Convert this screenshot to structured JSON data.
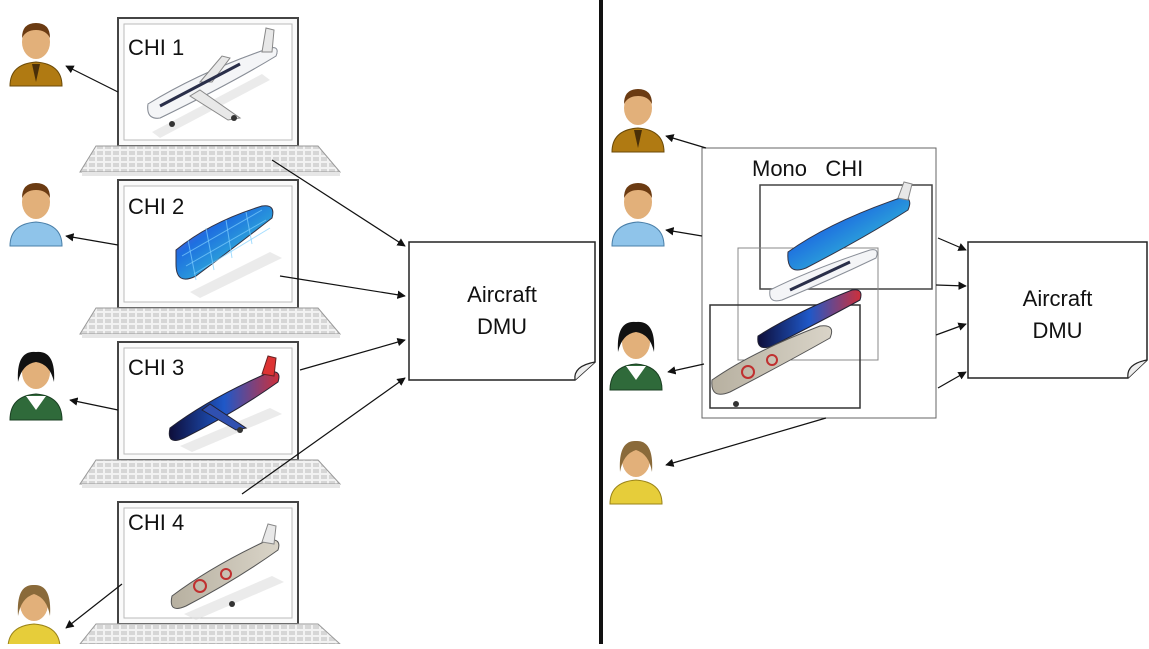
{
  "left": {
    "screens": [
      {
        "label": "CHI 1",
        "model": "plain"
      },
      {
        "label": "CHI 2",
        "model": "fuselage-mesh"
      },
      {
        "label": "CHI 3",
        "model": "structure"
      },
      {
        "label": "CHI 4",
        "model": "cabin"
      }
    ],
    "dmu": {
      "line1": "Aircraft",
      "line2": "DMU"
    }
  },
  "right": {
    "mono_label": "Mono   CHI",
    "dmu": {
      "line1": "Aircraft",
      "line2": "DMU"
    }
  },
  "users": [
    {
      "role": "user-1",
      "color": "#b07a12"
    },
    {
      "role": "user-2",
      "color": "#8fc4ea"
    },
    {
      "role": "user-3",
      "color": "#2f6a3a"
    },
    {
      "role": "user-4",
      "color": "#e6cd3a"
    }
  ]
}
